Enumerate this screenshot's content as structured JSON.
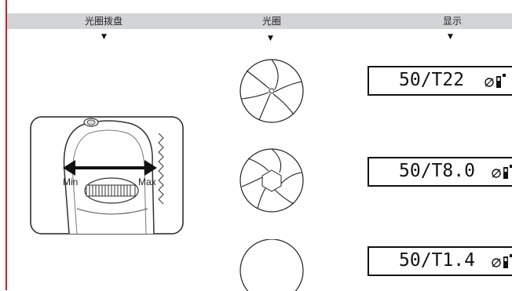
{
  "columns": {
    "dial": "光圈拨盘",
    "aperture": "光圈",
    "display": "显示"
  },
  "dial_labels": {
    "min": "Min",
    "max": "Max"
  },
  "readouts": [
    {
      "text": "50/T22"
    },
    {
      "text": "50/T8.0"
    },
    {
      "text": "50/T1.4"
    }
  ],
  "icons": {
    "arrows": "down-triangle",
    "lens": "lens-icon"
  },
  "colors": {
    "rule": "#c8202a",
    "header": "#d3d4d6"
  }
}
